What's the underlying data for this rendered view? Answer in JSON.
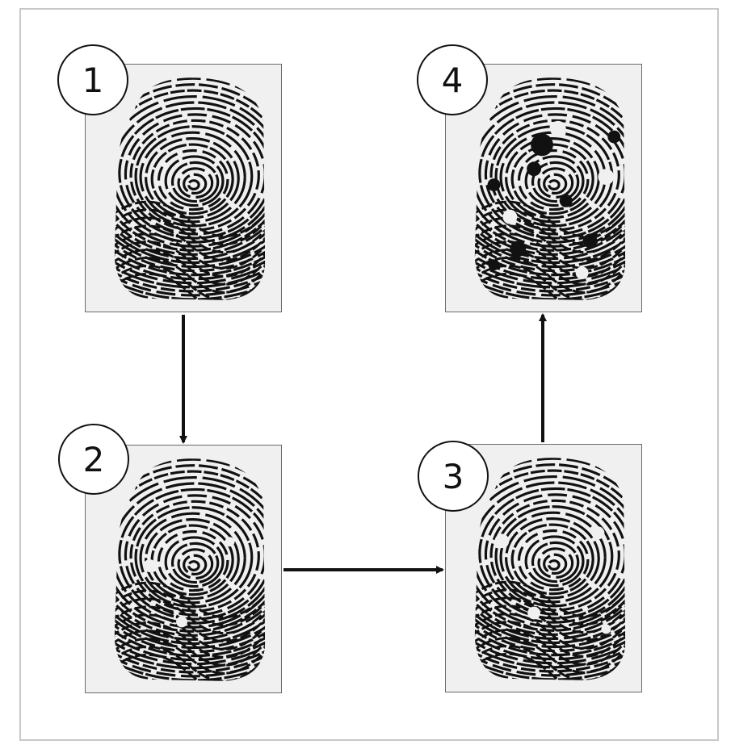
{
  "steps": [
    {
      "number": "1"
    },
    {
      "number": "2"
    },
    {
      "number": "3"
    },
    {
      "number": "4"
    }
  ],
  "edges": [
    {
      "from": "1",
      "to": "2"
    },
    {
      "from": "2",
      "to": "3"
    },
    {
      "from": "3",
      "to": "4"
    }
  ],
  "colors": {
    "ink": "#111111",
    "panel_background": "#f0f0f0",
    "frame_border": "#c8c8c8"
  }
}
